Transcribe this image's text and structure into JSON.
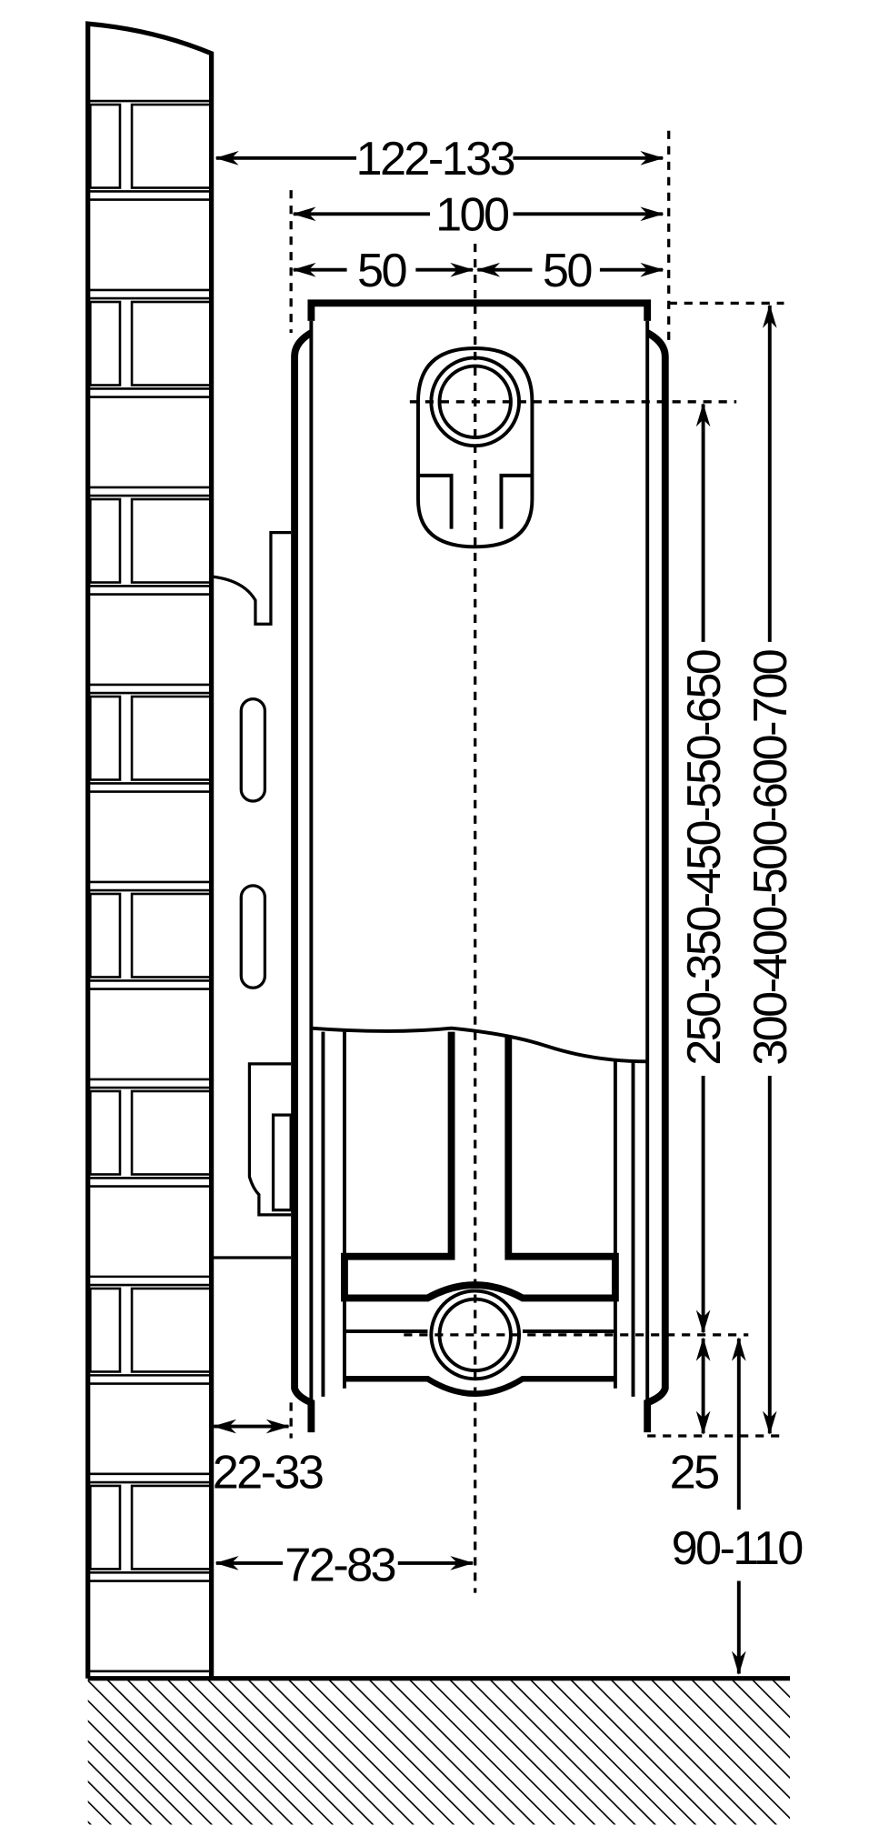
{
  "diagram": {
    "colors": {
      "line": "#000000",
      "background": "#ffffff"
    },
    "dimensions": {
      "wall_to_back_of_radiator_front": "122-133",
      "radiator_depth": "100",
      "half_depth_left": "50",
      "half_depth_right": "50",
      "pipe_centers_heights": "250-350-450-550-650",
      "overall_heights": "300-400-500-600-700",
      "bottom_pipe_offset": "25",
      "floor_clearance": "90-110",
      "wall_gap": "22-33",
      "wall_to_pipe_center": "72-83"
    }
  }
}
